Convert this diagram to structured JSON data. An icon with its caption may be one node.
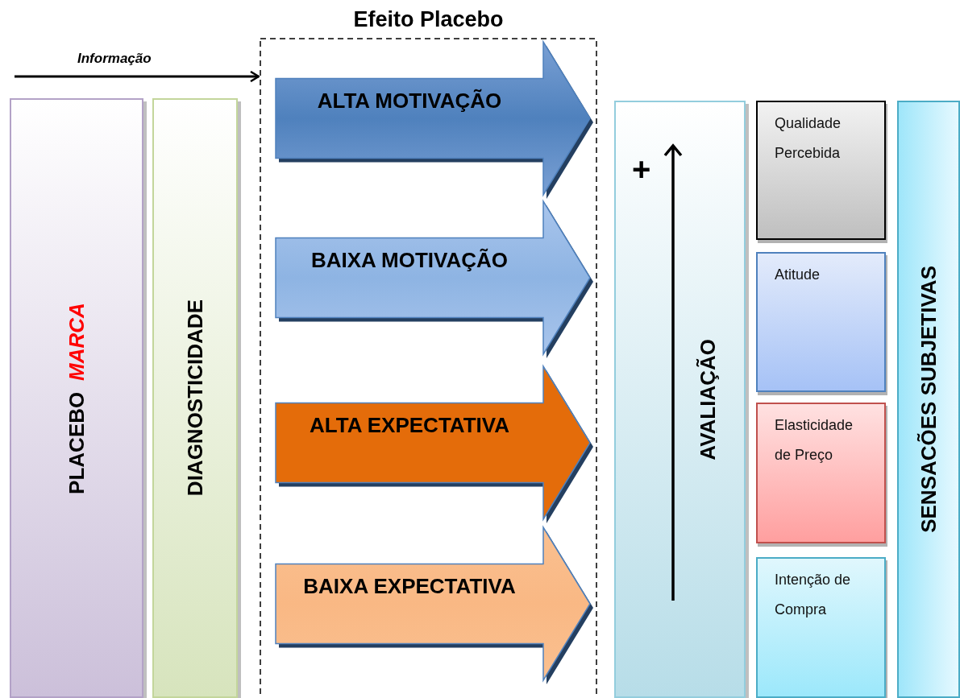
{
  "diagram": {
    "nodes": [
      {
        "text": [
          "PLACEBO",
          "MARCA"
        ]
      },
      {
        "text": [
          "DIAGNOSTICIDADE"
        ]
      },
      {
        "text": [
          "Efeito Placebo"
        ]
      },
      {
        "text": [
          "ALTA MOTIVAÇÃO"
        ],
        "in": 2
      },
      {
        "text": [
          "BAIXA MOTIVAÇÃO"
        ],
        "in": 2
      },
      {
        "text": [
          "ALTA EXPECTATIVA"
        ],
        "in": 2
      },
      {
        "text": [
          "BAIXA EXPECTATIVA"
        ],
        "in": 2
      },
      {
        "text": [
          "AVALIAÇÃO"
        ]
      },
      {
        "text": [
          "Qualidade Percebida"
        ]
      },
      {
        "text": [
          "Atitude"
        ]
      },
      {
        "text": [
          "Elasticidade de Preço"
        ]
      },
      {
        "text": [
          "Intenção de Compra"
        ]
      },
      {
        "text": [
          "SENSACÕES SUBJETIVAS"
        ]
      }
    ],
    "edges": [
      {
        "from": null,
        "to": 2,
        "arrow": "to",
        "label": "Informação"
      }
    ],
    "labels": [
      "+"
    ]
  }
}
